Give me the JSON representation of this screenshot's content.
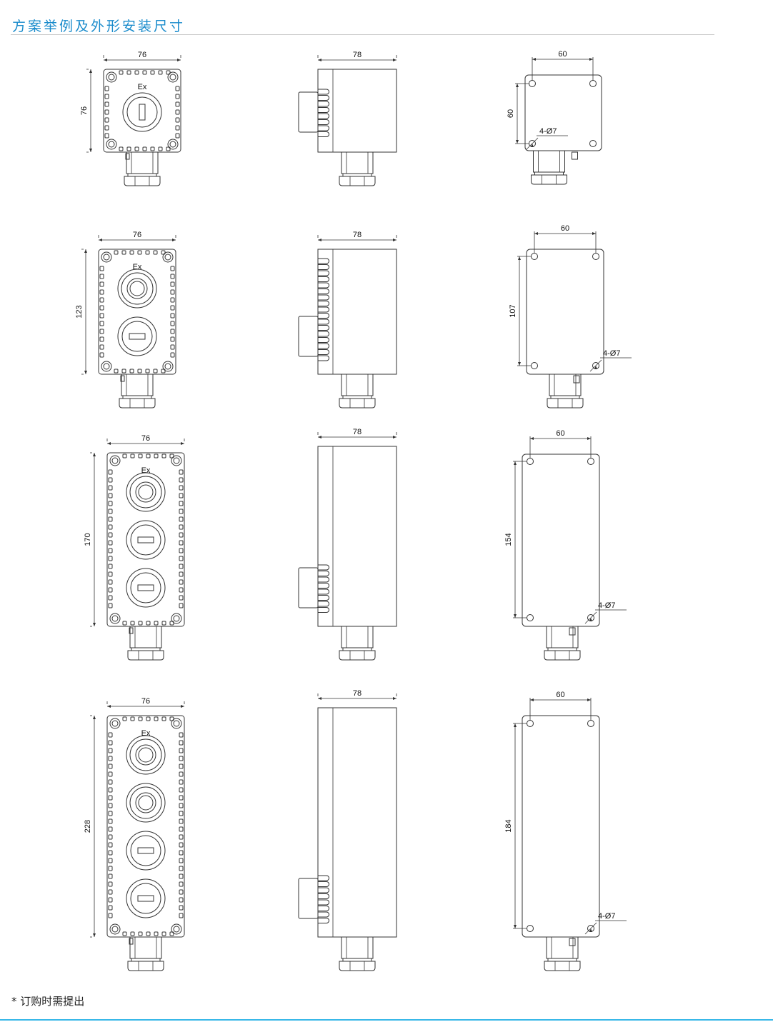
{
  "header": {
    "title": "方案举例及外形安装尺寸"
  },
  "footnote": "* 订购时需提出",
  "colors": {
    "title": "#1b8ccc",
    "line": "#333333",
    "accent_rule": "#39b8e8"
  },
  "variants": [
    {
      "front": {
        "width_label": "76",
        "height_label": "76",
        "marking": "Ex",
        "buttons": [
          "key-switch"
        ]
      },
      "side": {
        "depth_label": "78"
      },
      "mounting": {
        "pitch_w_label": "60",
        "pitch_h_label": "60",
        "hole_label": "4-Ø7"
      }
    },
    {
      "front": {
        "width_label": "76",
        "height_label": "123",
        "marking": "Ex",
        "buttons": [
          "push-button",
          "key-switch"
        ]
      },
      "side": {
        "depth_label": "78"
      },
      "mounting": {
        "pitch_w_label": "60",
        "pitch_h_label": "107",
        "hole_label": "4-Ø7"
      }
    },
    {
      "front": {
        "width_label": "76",
        "height_label": "170",
        "marking": "Ex",
        "buttons": [
          "push-button",
          "key-switch",
          "key-switch"
        ]
      },
      "side": {
        "depth_label": "78"
      },
      "mounting": {
        "pitch_w_label": "60",
        "pitch_h_label": "154",
        "hole_label": "4-Ø7"
      }
    },
    {
      "front": {
        "width_label": "76",
        "height_label": "228",
        "marking": "Ex",
        "buttons": [
          "push-button",
          "push-button",
          "key-switch",
          "key-switch"
        ]
      },
      "side": {
        "depth_label": "78"
      },
      "mounting": {
        "pitch_w_label": "60",
        "pitch_h_label": "184",
        "hole_label": "4-Ø7"
      }
    }
  ]
}
